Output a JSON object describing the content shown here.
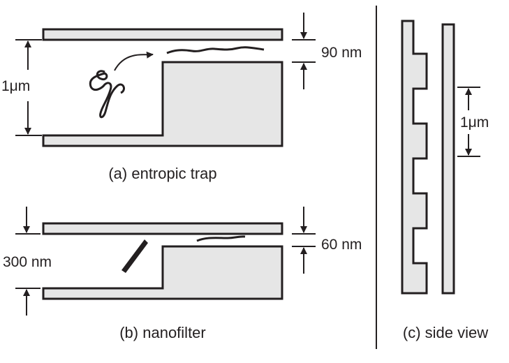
{
  "panel_a": {
    "caption": "(a) entropic trap",
    "gap_label": "90 nm",
    "depth_label": "1μm"
  },
  "panel_b": {
    "caption": "(b) nanofilter",
    "gap_label": "60 nm",
    "depth_label": "300 nm"
  },
  "panel_c": {
    "caption": "(c) side view",
    "period_label": "1μm"
  },
  "colors": {
    "fill": "#e6e6e6",
    "ink": "#231f20",
    "background": "#ffffff"
  }
}
